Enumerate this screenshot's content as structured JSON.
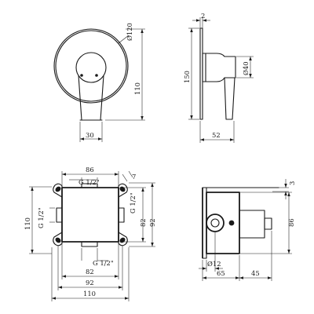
{
  "front_view": {
    "rose_diameter": "Ø120",
    "lever_width": "30",
    "total_height": "110"
  },
  "side_view": {
    "plate_thickness": "2",
    "body_height": "150",
    "spout_diameter": "Ø40",
    "projection": "52"
  },
  "box_front_view": {
    "body_width": "86",
    "outlet_top": "G 1/2\"",
    "chamfer": "7",
    "outlet_left": "G 1/2\"",
    "outlet_right": "G 1/2\"",
    "outlet_bottom": "G 1/2\"",
    "left_height": "110",
    "inner_spacing_h": "82",
    "ear_spacing_v": "92",
    "inner_width": "82",
    "ear_width": "92",
    "total_width": "110"
  },
  "box_side_view": {
    "cover_offset": "3",
    "box_height": "86",
    "pipe_diameter": "Ø12",
    "box_depth": "65",
    "cartridge_depth": "45"
  }
}
